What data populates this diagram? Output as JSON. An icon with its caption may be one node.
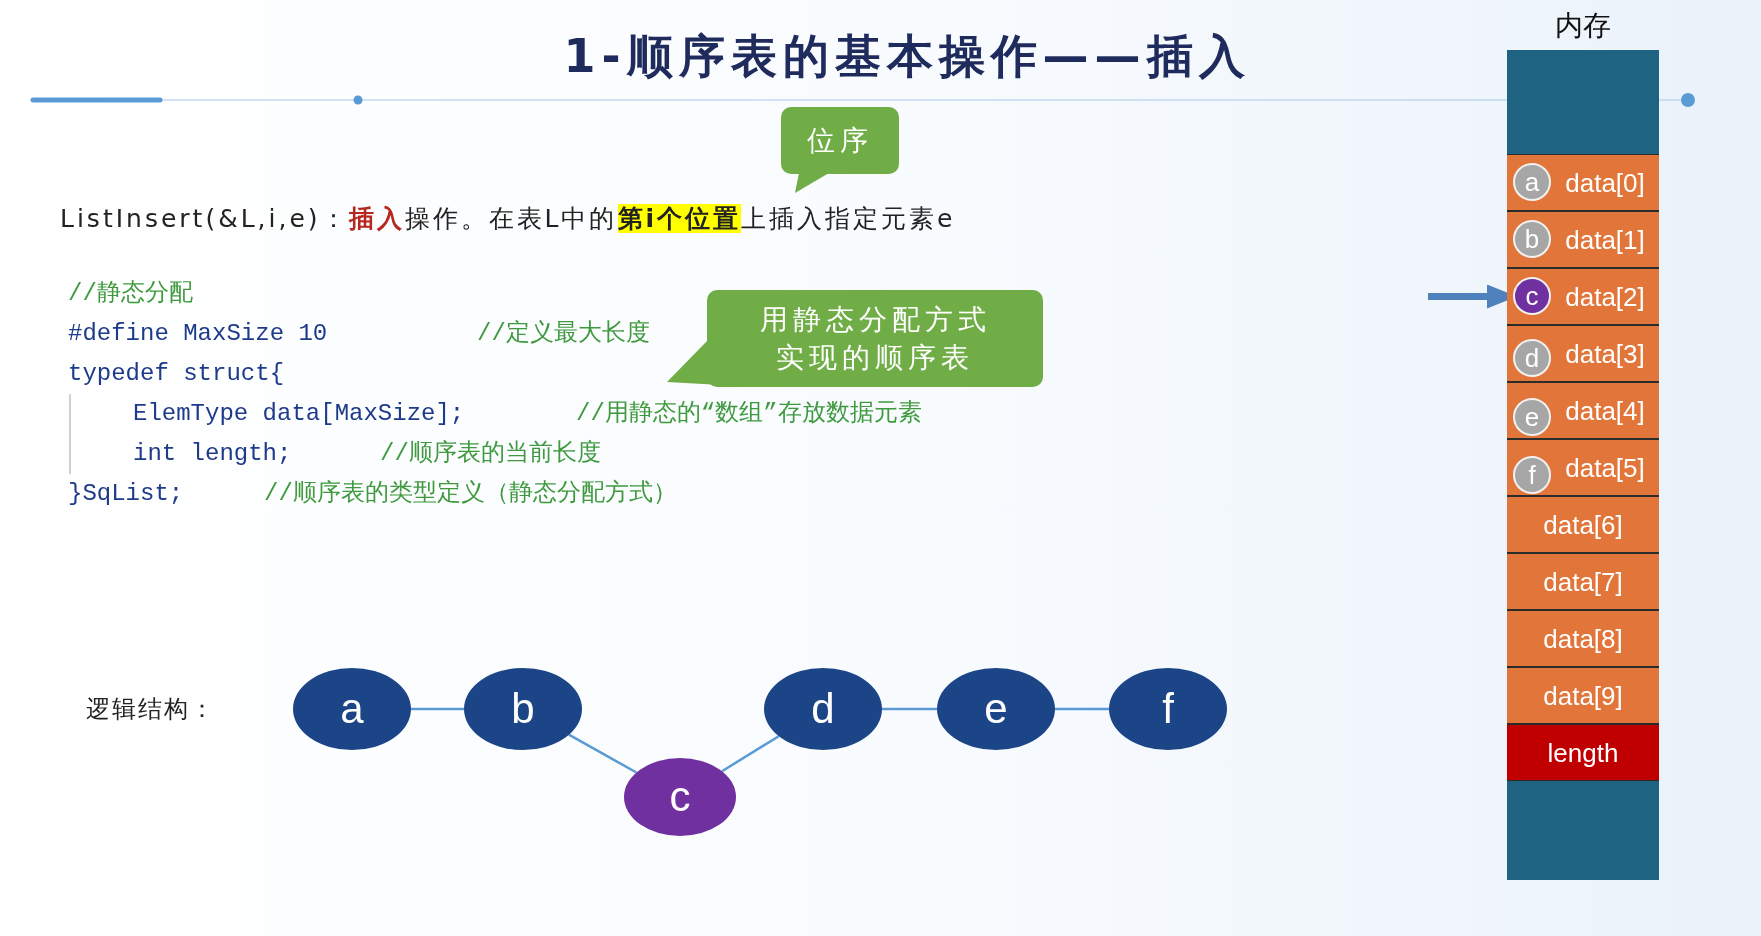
{
  "diagram": {
    "title": "1-顺序表的基本操作——插入",
    "nodes": [
      {
        "text": [
          "位序"
        ]
      },
      {
        "text": [
          "用静态分配方式实现的顺序表"
        ]
      },
      {
        "text": [
          "内存"
        ]
      },
      {
        "text": [
          "data[0]"
        ],
        "in": 2
      },
      {
        "text": [
          "data[1]"
        ],
        "in": 2
      },
      {
        "text": [
          "data[2]"
        ],
        "in": 2
      },
      {
        "text": [
          "data[3]"
        ],
        "in": 2
      },
      {
        "text": [
          "data[4]"
        ],
        "in": 2
      },
      {
        "text": [
          "data[5]"
        ],
        "in": 2
      },
      {
        "text": [
          "data[6]"
        ],
        "in": 2
      },
      {
        "text": [
          "data[7]"
        ],
        "in": 2
      },
      {
        "text": [
          "data[8]"
        ],
        "in": 2
      },
      {
        "text": [
          "data[9]"
        ],
        "in": 2
      },
      {
        "text": [
          "length"
        ],
        "in": 2
      },
      {
        "text": [
          "a"
        ],
        "in": 3
      },
      {
        "text": [
          "b"
        ],
        "in": 4
      },
      {
        "text": [
          "c"
        ],
        "in": 5
      },
      {
        "text": [
          "d"
        ],
        "in": 6
      },
      {
        "text": [
          "e"
        ],
        "in": 7
      },
      {
        "text": [
          "f"
        ],
        "in": 8
      },
      {
        "text": [
          "a"
        ]
      },
      {
        "text": [
          "b"
        ]
      },
      {
        "text": [
          "c"
        ]
      },
      {
        "text": [
          "d"
        ]
      },
      {
        "text": [
          "e"
        ]
      },
      {
        "text": [
          "f"
        ]
      }
    ],
    "edges": [
      {
        "from": null,
        "to": 5,
        "arrow": "to",
        "style": "thick"
      },
      {
        "from": 20,
        "to": 21,
        "arrow": "none"
      },
      {
        "from": 21,
        "to": 22,
        "arrow": "none"
      },
      {
        "from": 22,
        "to": 23,
        "arrow": "none"
      },
      {
        "from": 23,
        "to": 24,
        "arrow": "none"
      },
      {
        "from": 24,
        "to": 25,
        "arrow": "none"
      }
    ],
    "labels": [
      "ListInsert(&L,i,e)：**插入**操作。在表L中的**第i个位置**上插入指定元素e",
      "//静态分配",
      "#define MaxSize 10",
      "//定义最大长度",
      "typedef struct{",
      "ElemType data[MaxSize];",
      "//用静态的“数组”存放数据元素",
      "int length;",
      "//顺序表的当前长度",
      "}SqList;",
      "//顺序表的类型定义（静态分配方式）",
      "逻辑结构："
    ]
  }
}
